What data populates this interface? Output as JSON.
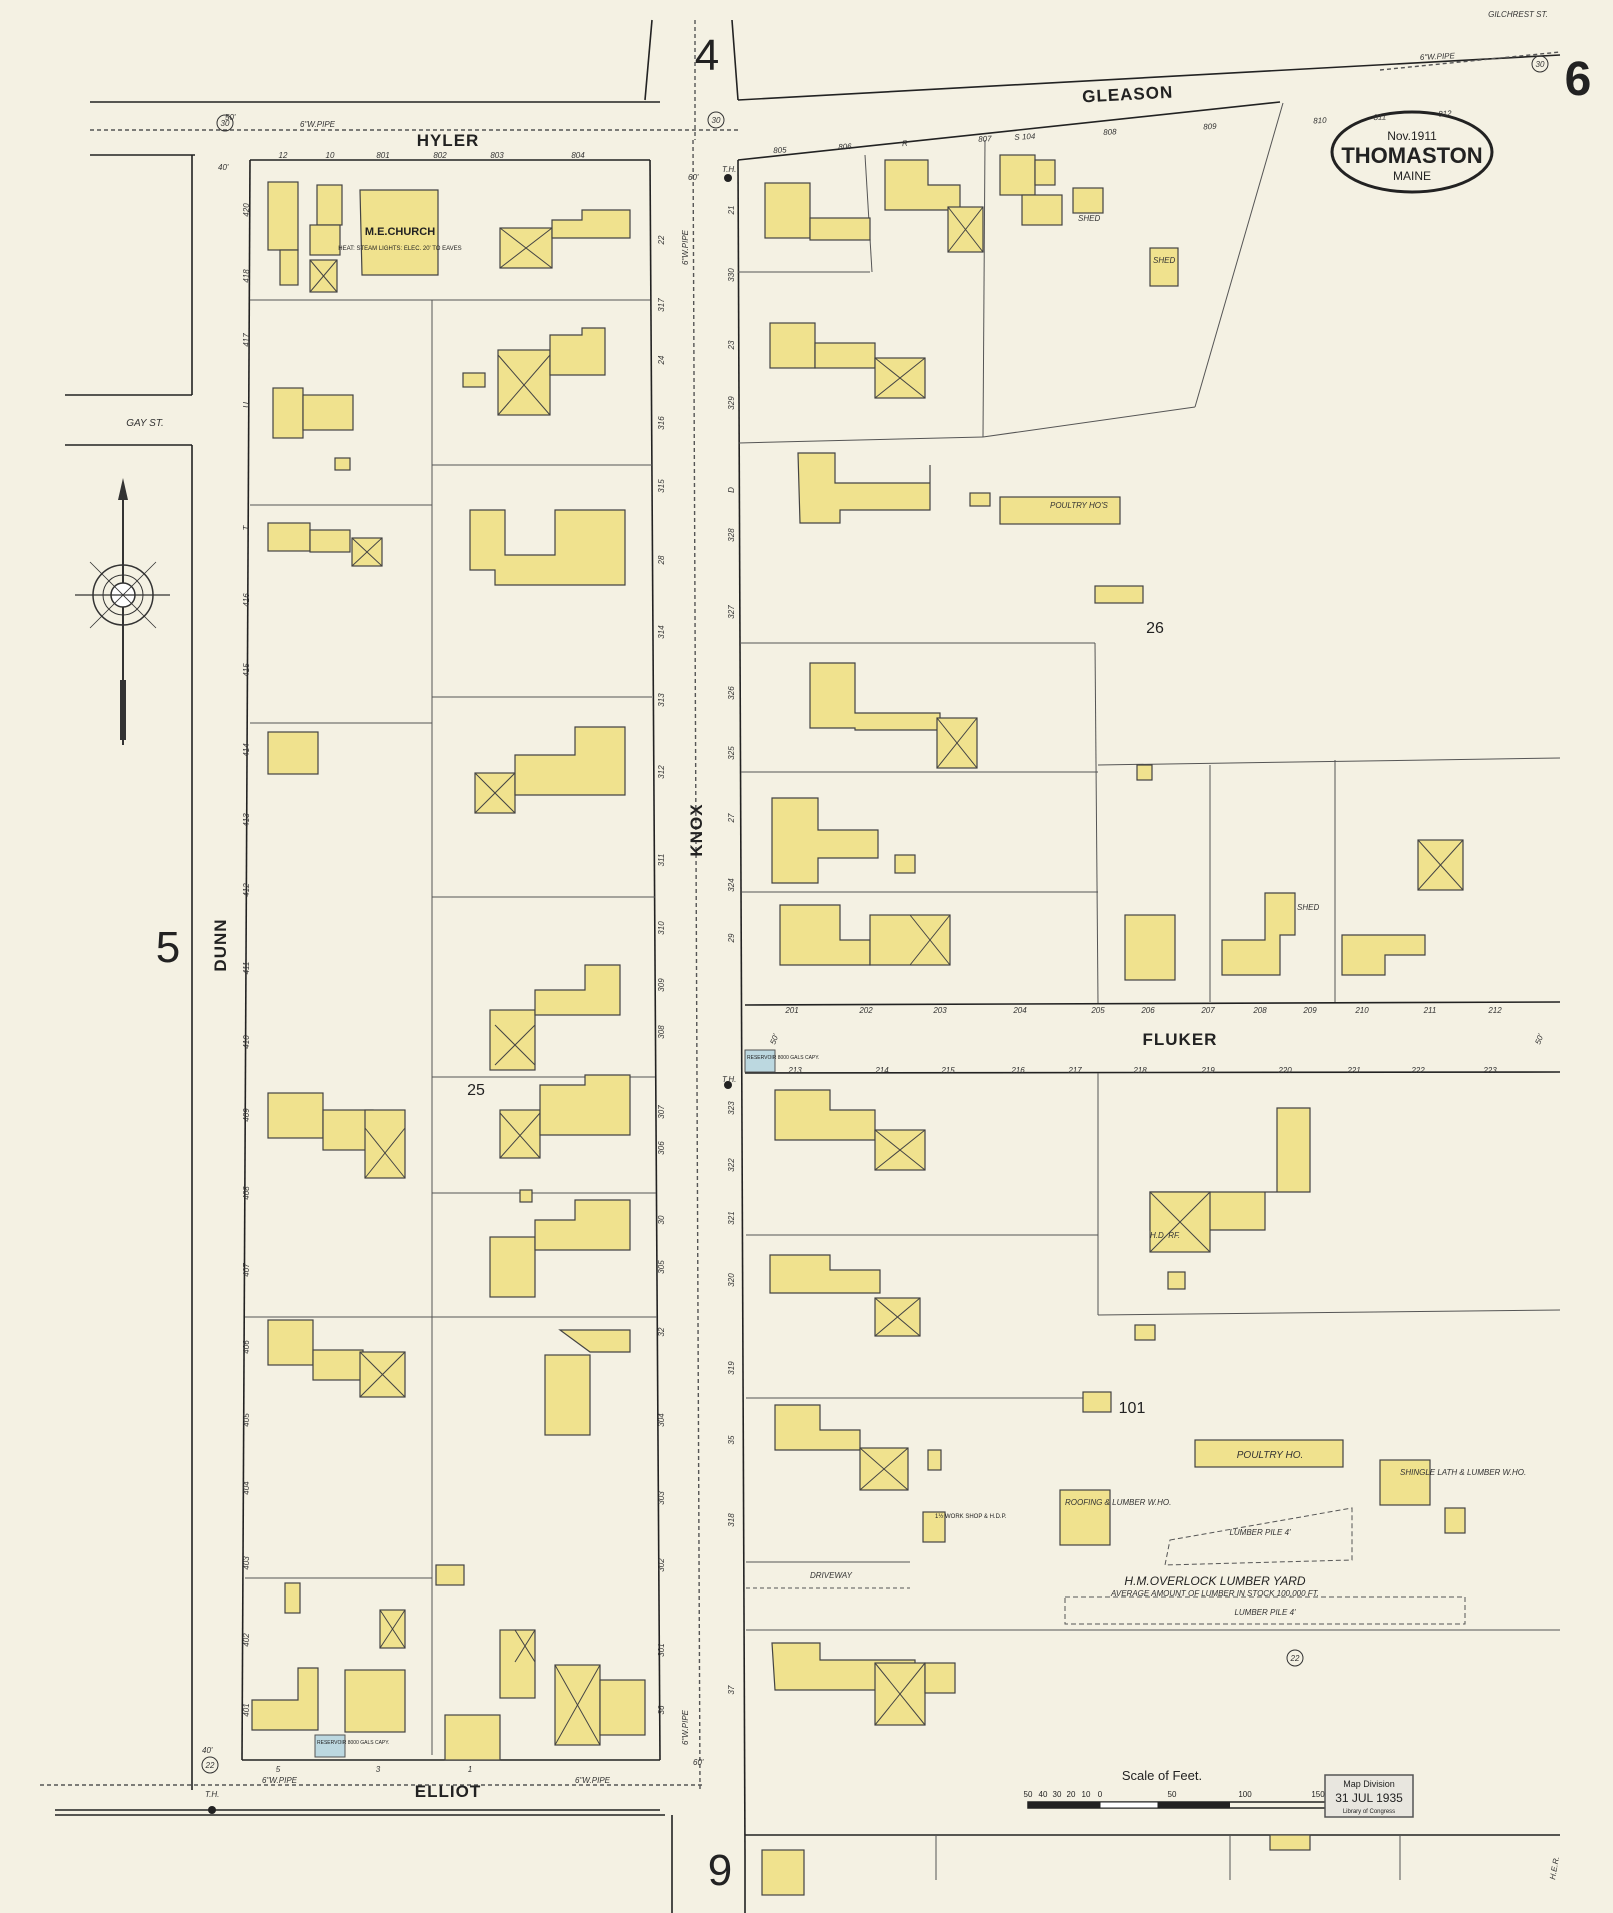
{
  "sheet": {
    "number": "6",
    "date": "Nov.1911",
    "town": "THOMASTON",
    "state": "MAINE"
  },
  "adjacent_sheets": {
    "north": "4",
    "west": "5",
    "south": "9"
  },
  "streets": {
    "hyler": "HYLER",
    "gleason": "GLEASON",
    "dunn": "DUNN",
    "knox": "KNOX",
    "fluker": "FLUKER",
    "elliot": "ELLIOT",
    "gay": "GAY ST.",
    "gilchrest": "GILCHREST ST."
  },
  "pipes": {
    "hyler": "6\"W.PIPE",
    "gleason": "6\"W.PIPE",
    "knox_north": "6\"W.PIPE",
    "knox_south": "6\"W.PIPE",
    "elliot_west": "6\"W.PIPE",
    "elliot_east": "6\"W.PIPE"
  },
  "block_numbers": {
    "b25": "25",
    "b26": "26",
    "b101": "101"
  },
  "labels": {
    "church": "M.E.CHURCH",
    "church_note": "HEAT: STEAM LIGHTS: ELEC. 20' TO EAVES",
    "poultry_top": "POULTRY HO'S",
    "shed1": "SHED",
    "shed2": "SHED",
    "shed3": "SHED",
    "poultry_bottom": "POULTRY HO.",
    "shingle": "SHINGLE LATH & LUMBER W.HO.",
    "roofing": "ROOFING & LUMBER W.HO.",
    "lumber_pile_1": "LUMBER PILE 4'",
    "lumber_pile_2": "LUMBER PILE 4'",
    "lumber_yard": "H.M.OVERLOCK LUMBER YARD",
    "lumber_stock": "AVERAGE AMOUNT OF LUMBER IN STOCK 100,000 FT.",
    "driveway": "DRIVEWAY",
    "work_shop": "1½ WORK SHOP & H.D.P.",
    "hd_roof": "H.D. RF.",
    "reservoir_n": "RESERVOIR 8000 GALS CAPY.",
    "reservoir_s": "RESERVOIR 8000 GALS CAPY.",
    "th_n": "T.H.",
    "th_s": "T.H.",
    "th_sw": "T.H.",
    "stamp_title": "Map Division",
    "stamp_date": "31 JUL 1935",
    "stamp_sub": "Library of Congress",
    "initials": "H.E.R."
  },
  "scale": {
    "title": "Scale of Feet.",
    "ticks": [
      "50",
      "40",
      "30",
      "20",
      "10",
      "0",
      "50",
      "100",
      "150"
    ]
  },
  "house_numbers": {
    "hyler": [
      "12",
      "10",
      "801",
      "802",
      "803",
      "804"
    ],
    "gleason": [
      "805",
      "806",
      "R",
      "807",
      "S 104",
      "808",
      "809",
      "810",
      "811",
      "812"
    ],
    "fluker_n": [
      "201",
      "202",
      "203",
      "204",
      "205",
      "206",
      "207",
      "208",
      "209",
      "210",
      "211",
      "212"
    ],
    "fluker_s": [
      "213",
      "214",
      "215",
      "216",
      "217",
      "218",
      "219",
      "220",
      "221",
      "222",
      "223"
    ],
    "elliot": [
      "5",
      "3",
      "1"
    ],
    "dunn_w": [
      "420",
      "418",
      "417",
      "U",
      "T",
      "416",
      "415",
      "414",
      "413",
      "412",
      "411",
      "410",
      "409",
      "408",
      "407",
      "406",
      "405",
      "404",
      "403",
      "402",
      "401"
    ],
    "knox_w": [
      "22",
      "317",
      "24",
      "316",
      "315",
      "28",
      "314",
      "313",
      "312",
      "311",
      "310",
      "309",
      "308",
      "307",
      "306",
      "30",
      "305",
      "32",
      "304",
      "303",
      "302",
      "301",
      "36"
    ],
    "knox_e": [
      "21",
      "330",
      "23",
      "329",
      "D",
      "328",
      "327",
      "326",
      "325",
      "27",
      "324",
      "29",
      "323",
      "322",
      "321",
      "320",
      "319",
      "35",
      "318",
      "37"
    ]
  },
  "widths": {
    "hyler": "50'",
    "knox_n": "60'",
    "fluker": "50'",
    "fluker_e": "50'",
    "elliot": "60'",
    "dunn": "40'",
    "dunn_s": "40'"
  },
  "hydrants": {
    "h1": "30",
    "h2": "30",
    "h3": "30",
    "h4": "22",
    "h5": "22"
  }
}
